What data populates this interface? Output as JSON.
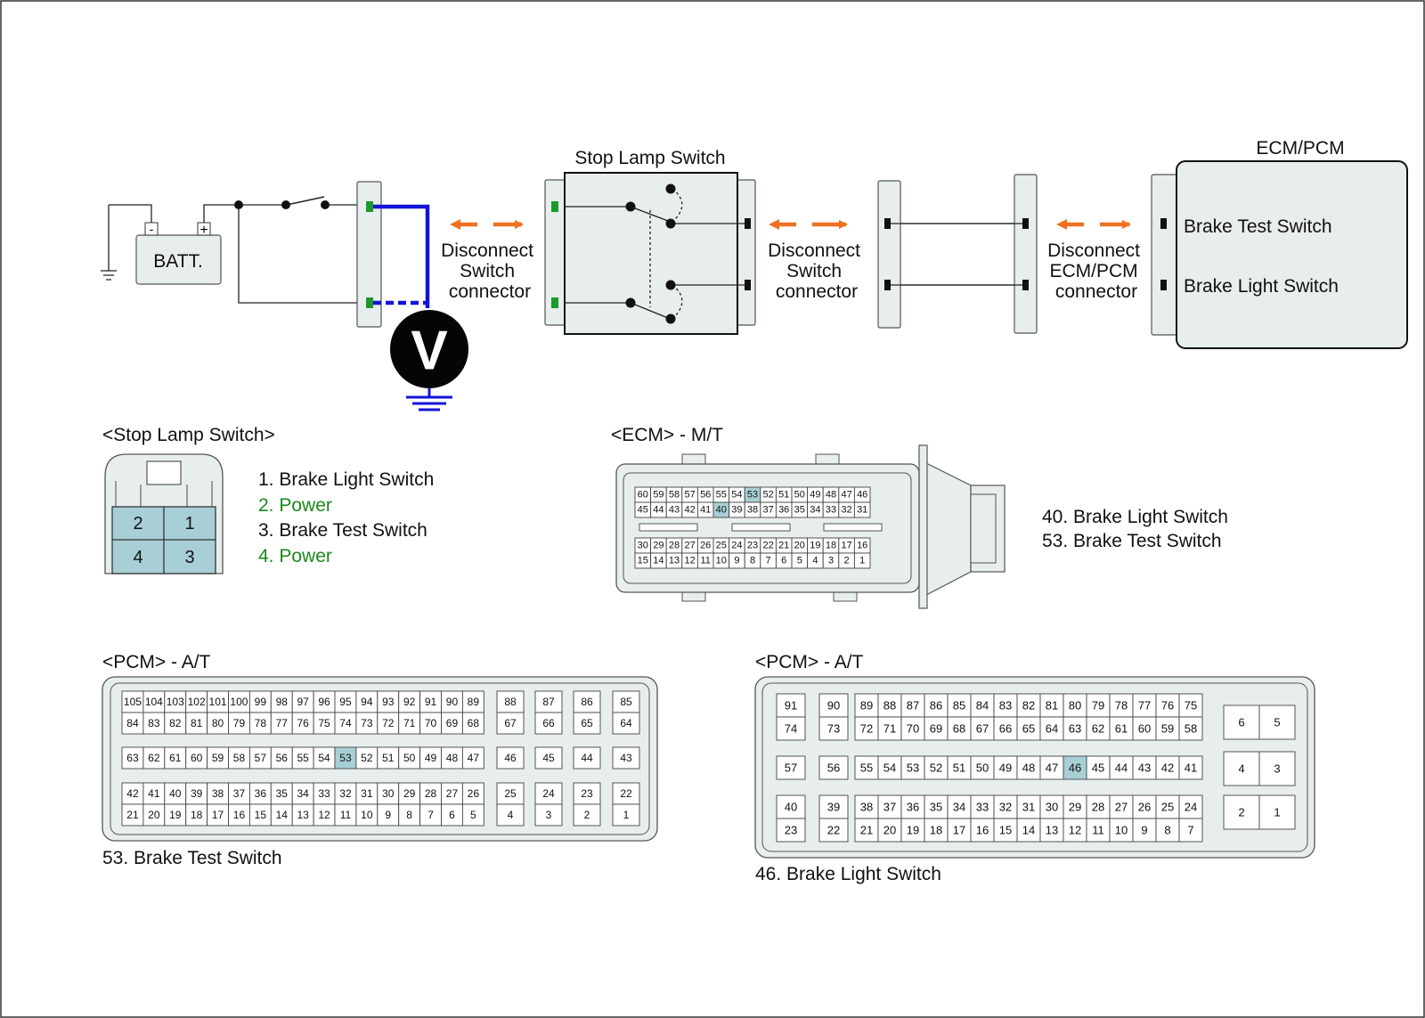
{
  "circuit": {
    "battery_label": "BATT.",
    "battery_neg": "-",
    "battery_pos": "+",
    "meter_label": "V",
    "stop_lamp_switch_title": "Stop Lamp Switch",
    "ecm_pcm_title": "ECM/PCM",
    "disconnect_switch_1": [
      "Disconnect",
      "Switch",
      "connector"
    ],
    "disconnect_switch_2": [
      "Disconnect",
      "Switch",
      "connector"
    ],
    "disconnect_ecm": [
      "Disconnect",
      "ECM/PCM",
      "connector"
    ],
    "ecm_brake_test": "Brake Test Switch",
    "ecm_brake_light": "Brake Light Switch",
    "colors": {
      "probe_wire": "#1414d8",
      "arrow": "#f07020",
      "terminal_green": "#1a9a2a",
      "panel": "#e8eded",
      "highlight": "#a8cfd6"
    }
  },
  "stop_lamp_connector": {
    "title": "<Stop Lamp Switch>",
    "pins": [
      "2",
      "1",
      "4",
      "3"
    ],
    "legend": [
      {
        "text": "1. Brake Light Switch",
        "green": false
      },
      {
        "text": "2. Power",
        "green": true
      },
      {
        "text": "3. Brake Test Switch",
        "green": false
      },
      {
        "text": "4. Power",
        "green": true
      }
    ]
  },
  "ecm_mt": {
    "title": "<ECM> - M/T",
    "row1": [
      "60",
      "59",
      "58",
      "57",
      "56",
      "55",
      "54",
      "53",
      "52",
      "51",
      "50",
      "49",
      "48",
      "47",
      "46"
    ],
    "row2": [
      "45",
      "44",
      "43",
      "42",
      "41",
      "40",
      "39",
      "38",
      "37",
      "36",
      "35",
      "34",
      "33",
      "32",
      "31"
    ],
    "row3": [
      "30",
      "29",
      "28",
      "27",
      "26",
      "25",
      "24",
      "23",
      "22",
      "21",
      "20",
      "19",
      "18",
      "17",
      "16"
    ],
    "row4": [
      "15",
      "14",
      "13",
      "12",
      "11",
      "10",
      "9",
      "8",
      "7",
      "6",
      "5",
      "4",
      "3",
      "2",
      "1"
    ],
    "highlight": [
      "53",
      "40"
    ],
    "legend": [
      "40. Brake Light Switch",
      "53. Brake Test Switch"
    ]
  },
  "pcm_at_1": {
    "title": "<PCM> - A/T",
    "caption": "53. Brake Test Switch",
    "main1_top": [
      "105",
      "104",
      "103",
      "102",
      "101",
      "100",
      "99",
      "98",
      "97",
      "96",
      "95",
      "94",
      "93",
      "92",
      "91",
      "90",
      "89"
    ],
    "main1_bot": [
      "84",
      "83",
      "82",
      "81",
      "80",
      "79",
      "78",
      "77",
      "76",
      "75",
      "74",
      "73",
      "72",
      "71",
      "70",
      "69",
      "68"
    ],
    "side1": [
      [
        "88",
        "67"
      ],
      [
        "87",
        "66"
      ],
      [
        "86",
        "65"
      ],
      [
        "85",
        "64"
      ]
    ],
    "main2": [
      "63",
      "62",
      "61",
      "60",
      "59",
      "58",
      "57",
      "56",
      "55",
      "54",
      "53",
      "52",
      "51",
      "50",
      "49",
      "48",
      "47"
    ],
    "side2": [
      "46",
      "45",
      "44",
      "43"
    ],
    "main3_top": [
      "42",
      "41",
      "40",
      "39",
      "38",
      "37",
      "36",
      "35",
      "34",
      "33",
      "32",
      "31",
      "30",
      "29",
      "28",
      "27",
      "26"
    ],
    "main3_bot": [
      "21",
      "20",
      "19",
      "18",
      "17",
      "16",
      "15",
      "14",
      "13",
      "12",
      "11",
      "10",
      "9",
      "8",
      "7",
      "6",
      "5"
    ],
    "side3": [
      [
        "25",
        "4"
      ],
      [
        "24",
        "3"
      ],
      [
        "23",
        "2"
      ],
      [
        "22",
        "1"
      ]
    ],
    "highlight": [
      "53"
    ]
  },
  "pcm_at_2": {
    "title": "<PCM> - A/T",
    "caption": "46. Brake Light Switch",
    "col1": [
      [
        "91",
        "74"
      ],
      [
        "57"
      ],
      [
        "40",
        "23"
      ]
    ],
    "col2": [
      [
        "90",
        "73"
      ],
      [
        "56"
      ],
      [
        "39",
        "22"
      ]
    ],
    "main1_top": [
      "89",
      "88",
      "87",
      "86",
      "85",
      "84",
      "83",
      "82",
      "81",
      "80",
      "79",
      "78",
      "77",
      "76",
      "75"
    ],
    "main1_bot": [
      "72",
      "71",
      "70",
      "69",
      "68",
      "67",
      "66",
      "65",
      "64",
      "63",
      "62",
      "61",
      "60",
      "59",
      "58"
    ],
    "main2": [
      "55",
      "54",
      "53",
      "52",
      "51",
      "50",
      "49",
      "48",
      "47",
      "46",
      "45",
      "44",
      "43",
      "42",
      "41"
    ],
    "main3_top": [
      "38",
      "37",
      "36",
      "35",
      "34",
      "33",
      "32",
      "31",
      "30",
      "29",
      "28",
      "27",
      "26",
      "25",
      "24"
    ],
    "main3_bot": [
      "21",
      "20",
      "19",
      "18",
      "17",
      "16",
      "15",
      "14",
      "13",
      "12",
      "11",
      "10",
      "9",
      "8",
      "7"
    ],
    "power": [
      [
        "6",
        "5"
      ],
      [
        "4",
        "3"
      ],
      [
        "2",
        "1"
      ]
    ],
    "highlight": [
      "46"
    ]
  }
}
